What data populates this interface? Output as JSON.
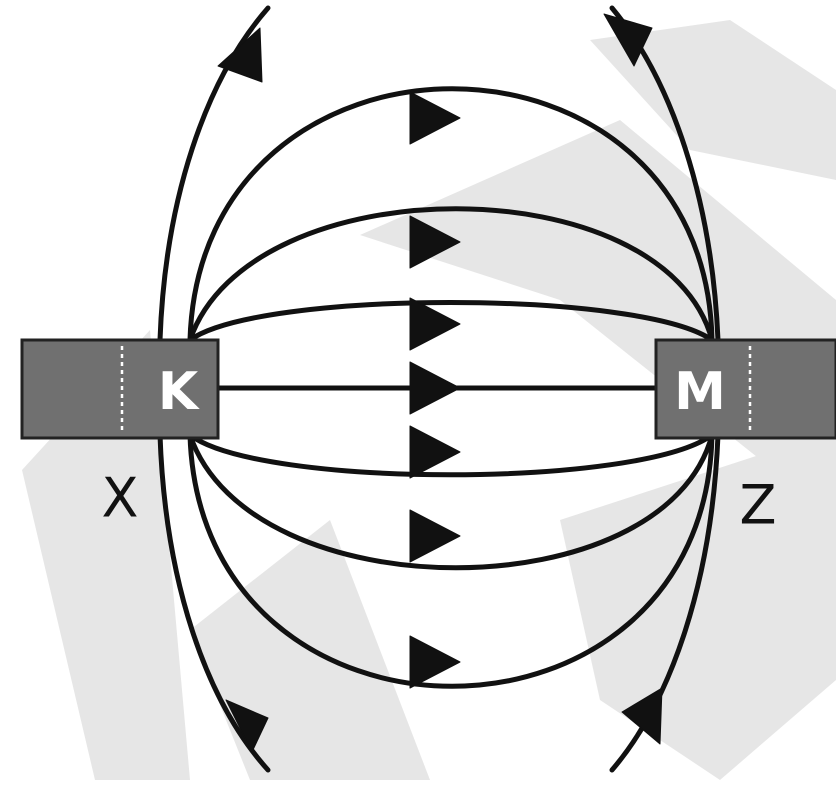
{
  "labels": {
    "left_pole": "K",
    "right_pole": "M",
    "left_outer": "X",
    "right_outer": "Z"
  },
  "colors": {
    "line": "#111111",
    "magnet_fill": "#707070",
    "pole_text": "#ffffff",
    "watermark": "#e6e6e6"
  }
}
